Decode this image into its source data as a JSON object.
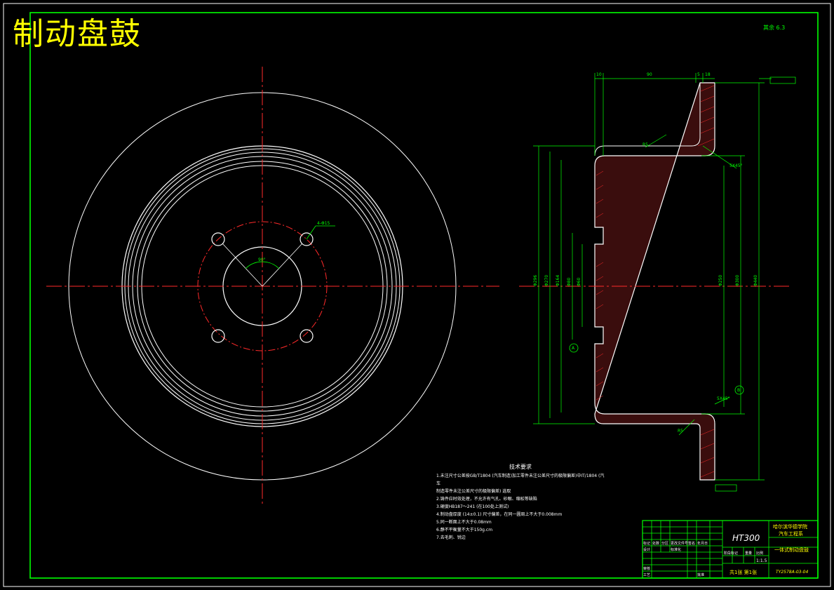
{
  "title": "制动盘鼓",
  "roughness_note": "其余 6.3",
  "technical_requirements": {
    "heading": "技术要求",
    "items": [
      "1.未注尺寸公差按GB/T1804 (汽车制造)加工零件未注公差尺寸的极限偏差)中IT/1804 (汽车",
      "制造零件未注公差尺寸的极限偏差) 选取",
      "2.铸件应时效处理，不允许有气孔、砂眼、缩松等缺陷",
      "3.硬度HB187～241 (在100处上测试)",
      "4.制动盘厚度 (14±0.1) 尺寸偏差，在同一圆周上不大于0.008mm",
      "5.同一断面上不大于0.08mm",
      "6.静不平衡量不大于150g.cm",
      "7.去毛刺、锐边"
    ]
  },
  "title_block": {
    "material": "HT300",
    "school_line1": "哈尔滨华德学院",
    "school_line2": "汽车工程系",
    "part_name": "一体式制动盘鼓",
    "scale": "1:1.5",
    "drawing_no": "TY2578A-03-04",
    "sheet": "共1张 第1张",
    "row_labels": [
      "标记",
      "设计",
      "审核",
      "工艺"
    ],
    "header_labels": [
      "处数",
      "分区",
      "更改文件号",
      "签名",
      "年月日"
    ],
    "stage_labels": [
      "阶段标记",
      "重量",
      "比例"
    ],
    "standard_label": "标准化",
    "approve_label": "批准"
  },
  "section_labels": {
    "datum_a": "A",
    "datum_b": "B",
    "chamfer_1": "5X45°",
    "chamfer_2": "5X45°",
    "radius_1": "R5",
    "radius_2": "R5"
  },
  "dimensions": [
    "Φ296",
    "Φ270",
    "Φ164",
    "Φ80",
    "Φ60",
    "Φ250",
    "Φ300",
    "Φ440",
    "10",
    "90",
    "5",
    "18",
    "4-Φ15",
    "90°"
  ],
  "colors": {
    "frame": "#00ff00",
    "outline": "#ffffff",
    "center": "#ff2a2a",
    "hatch": "#ff2a2a",
    "title": "#ffff00"
  }
}
